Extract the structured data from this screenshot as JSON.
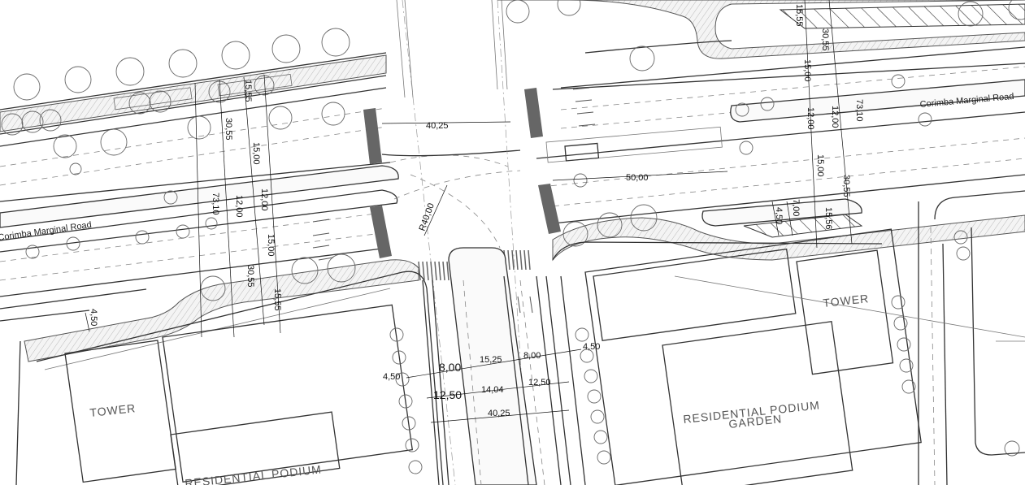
{
  "roads": {
    "left_road_label": "Corimba Marginal Road",
    "right_road_label": "Corimba Marginal Road"
  },
  "buildings": {
    "tower_left": "TOWER",
    "tower_right": "TOWER",
    "podium_garden_line1": "RESIDENTIAL PODIUM",
    "podium_garden_line2": "GARDEN",
    "podium_bottom_left": "RESIDENTIAL PODIUM"
  },
  "dimensions": {
    "intersection_width_top": "40,25",
    "radius": "R40,00",
    "median_length": "50,00",
    "left_15_55_top": "15,55",
    "left_30_55_top": "30,55",
    "left_15_00_top": "15,00",
    "left_12_00_a": "12,00",
    "left_73_10": "73,10",
    "left_12_00_b": "12,00",
    "left_15_00_bottom": "15,00",
    "left_30_55_bottom": "30,55",
    "left_15_55_bottom": "15,55",
    "left_4_50": "4,50",
    "right_15_55_top": "15,55",
    "right_30_55_top": "30,55",
    "right_15_00_top": "15,00",
    "right_12_00_a": "12,00",
    "right_12_00_b": "12,00",
    "right_73_10": "73,10",
    "right_15_00_bottom": "15,00",
    "right_30_55_bottom": "30,55",
    "right_4_50": "4,50",
    "right_7_00": "7,00",
    "right_15_56": "15,56",
    "street_4_50_left": "4,50",
    "street_8_00_left": "8,00",
    "street_15_25": "15,25",
    "street_8_00_right": "8,00",
    "street_4_50_right": "4,50",
    "street_12_50_left": "12,50",
    "street_14_04": "14,04",
    "street_12_50_right": "12,50",
    "street_40_25": "40,25"
  }
}
